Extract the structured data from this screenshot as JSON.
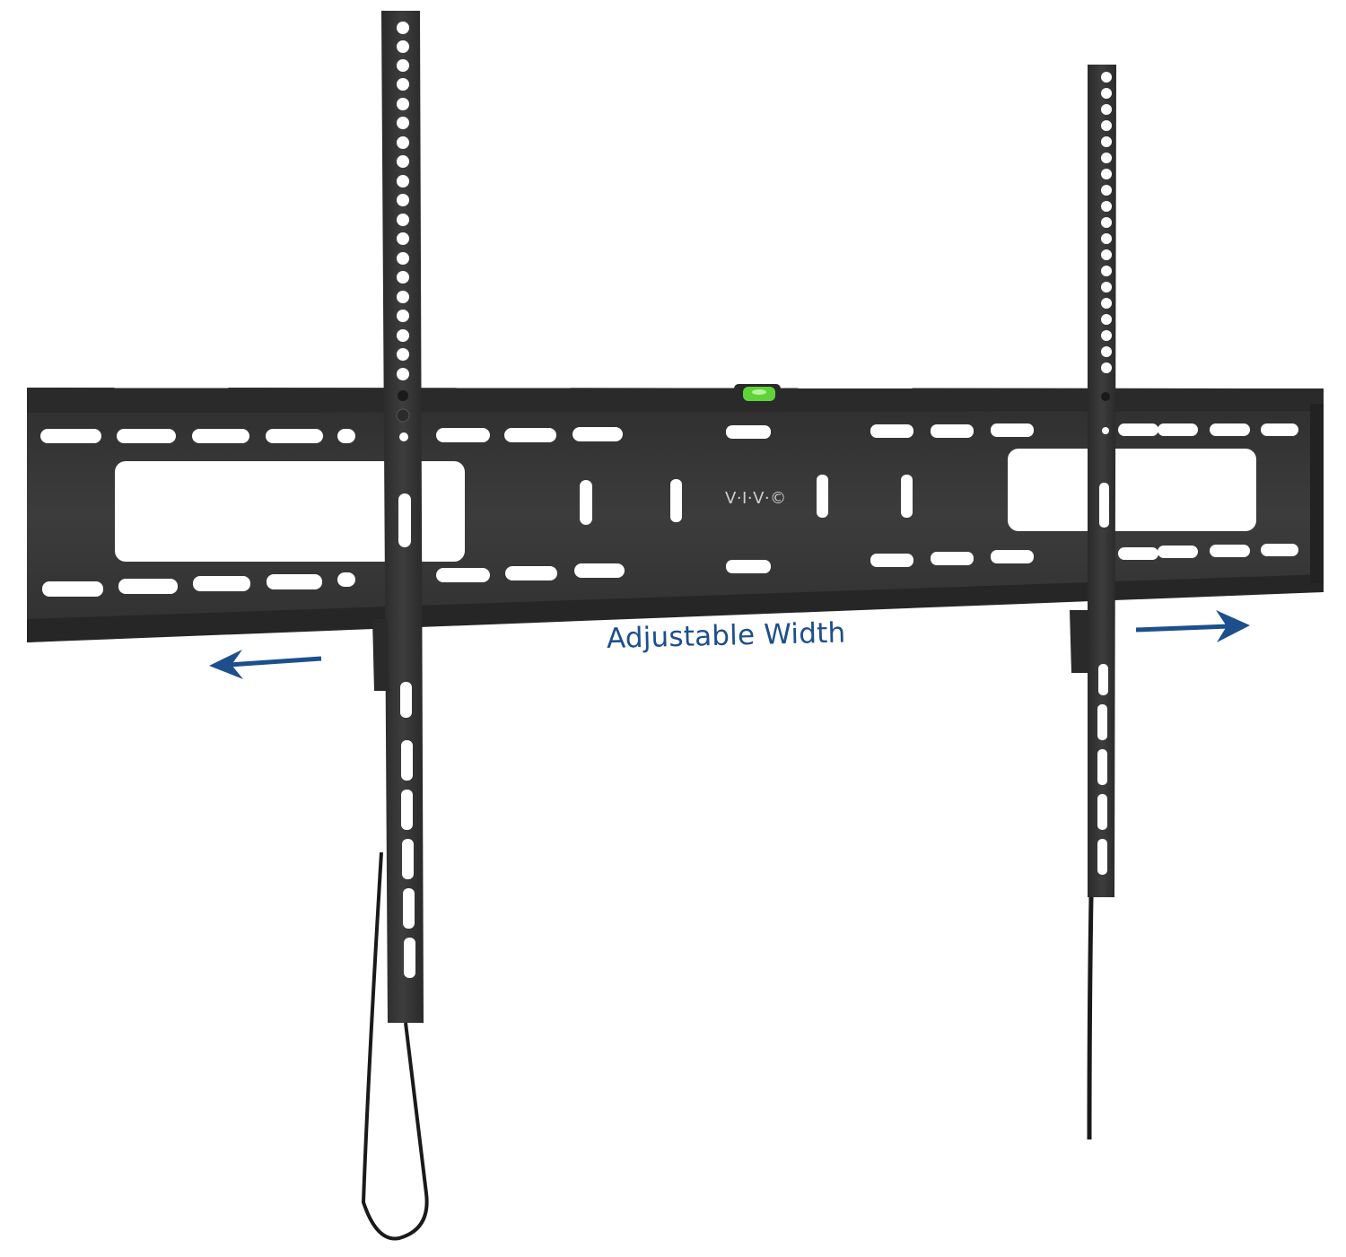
{
  "image": {
    "subject": "TV wall mount bracket",
    "annotation": {
      "label": "Adjustable Width",
      "arrow_left": "arrow-left",
      "arrow_right": "arrow-right",
      "color": "#1d4f8c"
    },
    "brand_logo": "V·I·V·©",
    "colors": {
      "background": "#ffffff",
      "metal": "#3a3a3a",
      "metal_edge": "#262626",
      "level_bubble": "#5fd43a"
    }
  }
}
